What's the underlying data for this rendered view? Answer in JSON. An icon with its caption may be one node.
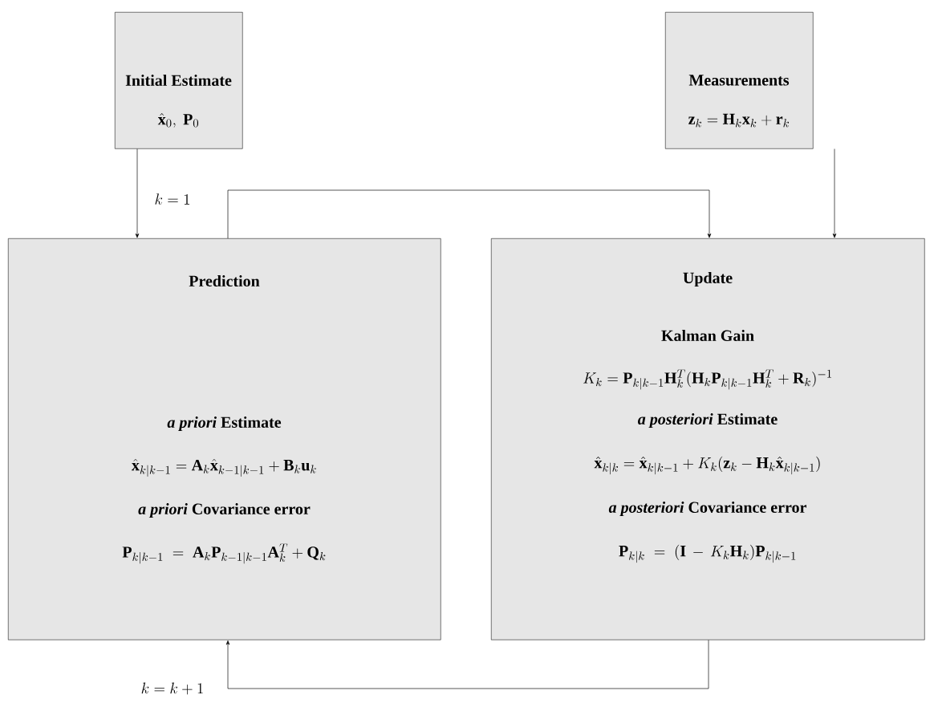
{
  "diagram": {
    "nodes": [
      {
        "text": [
          "Initial Estimate",
          "\\hat{\\mathbf{x}}_0,\\ \\mathbf{P}_0"
        ]
      },
      {
        "text": [
          "Measurements",
          "\\mathbf{z}_k = \\mathbf{H}_k\\mathbf{x}_k + \\mathbf{r}_k"
        ]
      },
      {
        "text": [
          "Prediction",
          "*a priori* Estimate",
          "\\hat{\\mathbf{x}}_{k|k-1} = \\mathbf{A}_k\\hat{\\mathbf{x}}_{k-1|k-1} + \\mathbf{B}_k\\mathbf{u}_k",
          "*a priori* Covariance error",
          "\\mathbf{P}_{k|k-1} \\;=\\; \\mathbf{A}_k\\mathbf{P}_{k-1|k-1}\\mathbf{A}_k^T + \\mathbf{Q}_k"
        ]
      },
      {
        "text": [
          "Update",
          "Kalman Gain",
          "K_k = \\mathbf{P}_{k|k-1}\\mathbf{H}_k^T(\\mathbf{H}_k\\mathbf{P}_{k|k-1}\\mathbf{H}_k^T + \\mathbf{R}_k)^{-1}",
          "*a posteriori* Estimate",
          "\\hat{\\mathbf{x}}_{k|k} = \\hat{\\mathbf{x}}_{k|k-1} + K_k(\\mathbf{z}_k - \\mathbf{H}_k\\hat{\\mathbf{x}}_{k|k-1})",
          "*a posteriori* Covariance error",
          "\\mathbf{P}_{k|k} \\;=\\; (\\mathbf{I} \\,-\\, K_k\\mathbf{H}_k)\\mathbf{P}_{k|k-1}"
        ]
      }
    ],
    "edges": [
      {
        "from": 0,
        "to": 2,
        "arrow": "to",
        "label": "k = 1"
      },
      {
        "from": 2,
        "to": 3,
        "arrow": "to"
      },
      {
        "from": 1,
        "to": 3,
        "arrow": "to"
      },
      {
        "from": 3,
        "to": 2,
        "arrow": "to",
        "label": "k = k + 1"
      }
    ]
  }
}
